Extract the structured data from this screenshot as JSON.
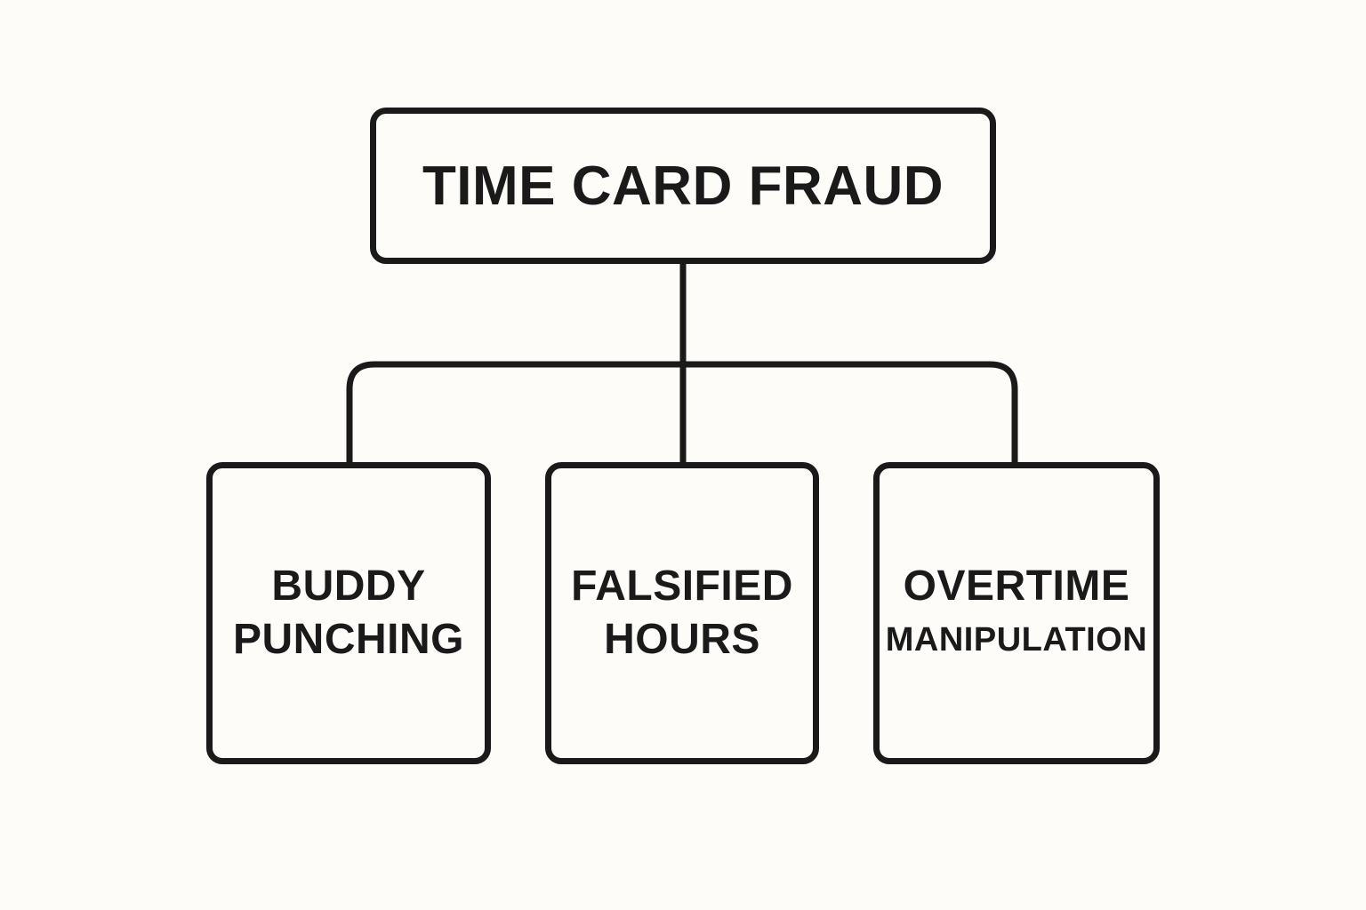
{
  "root": {
    "label": "TIME CARD FRAUD"
  },
  "children": [
    {
      "line1": "BUDDY",
      "line2": "PUNCHING"
    },
    {
      "line1": "FALSIFIED",
      "line2": "HOURS"
    },
    {
      "line1": "OVERTIME",
      "line2": "MANIPULATION"
    }
  ],
  "colors": {
    "stroke": "#1a1a1a",
    "background": "#fdfcf8"
  }
}
